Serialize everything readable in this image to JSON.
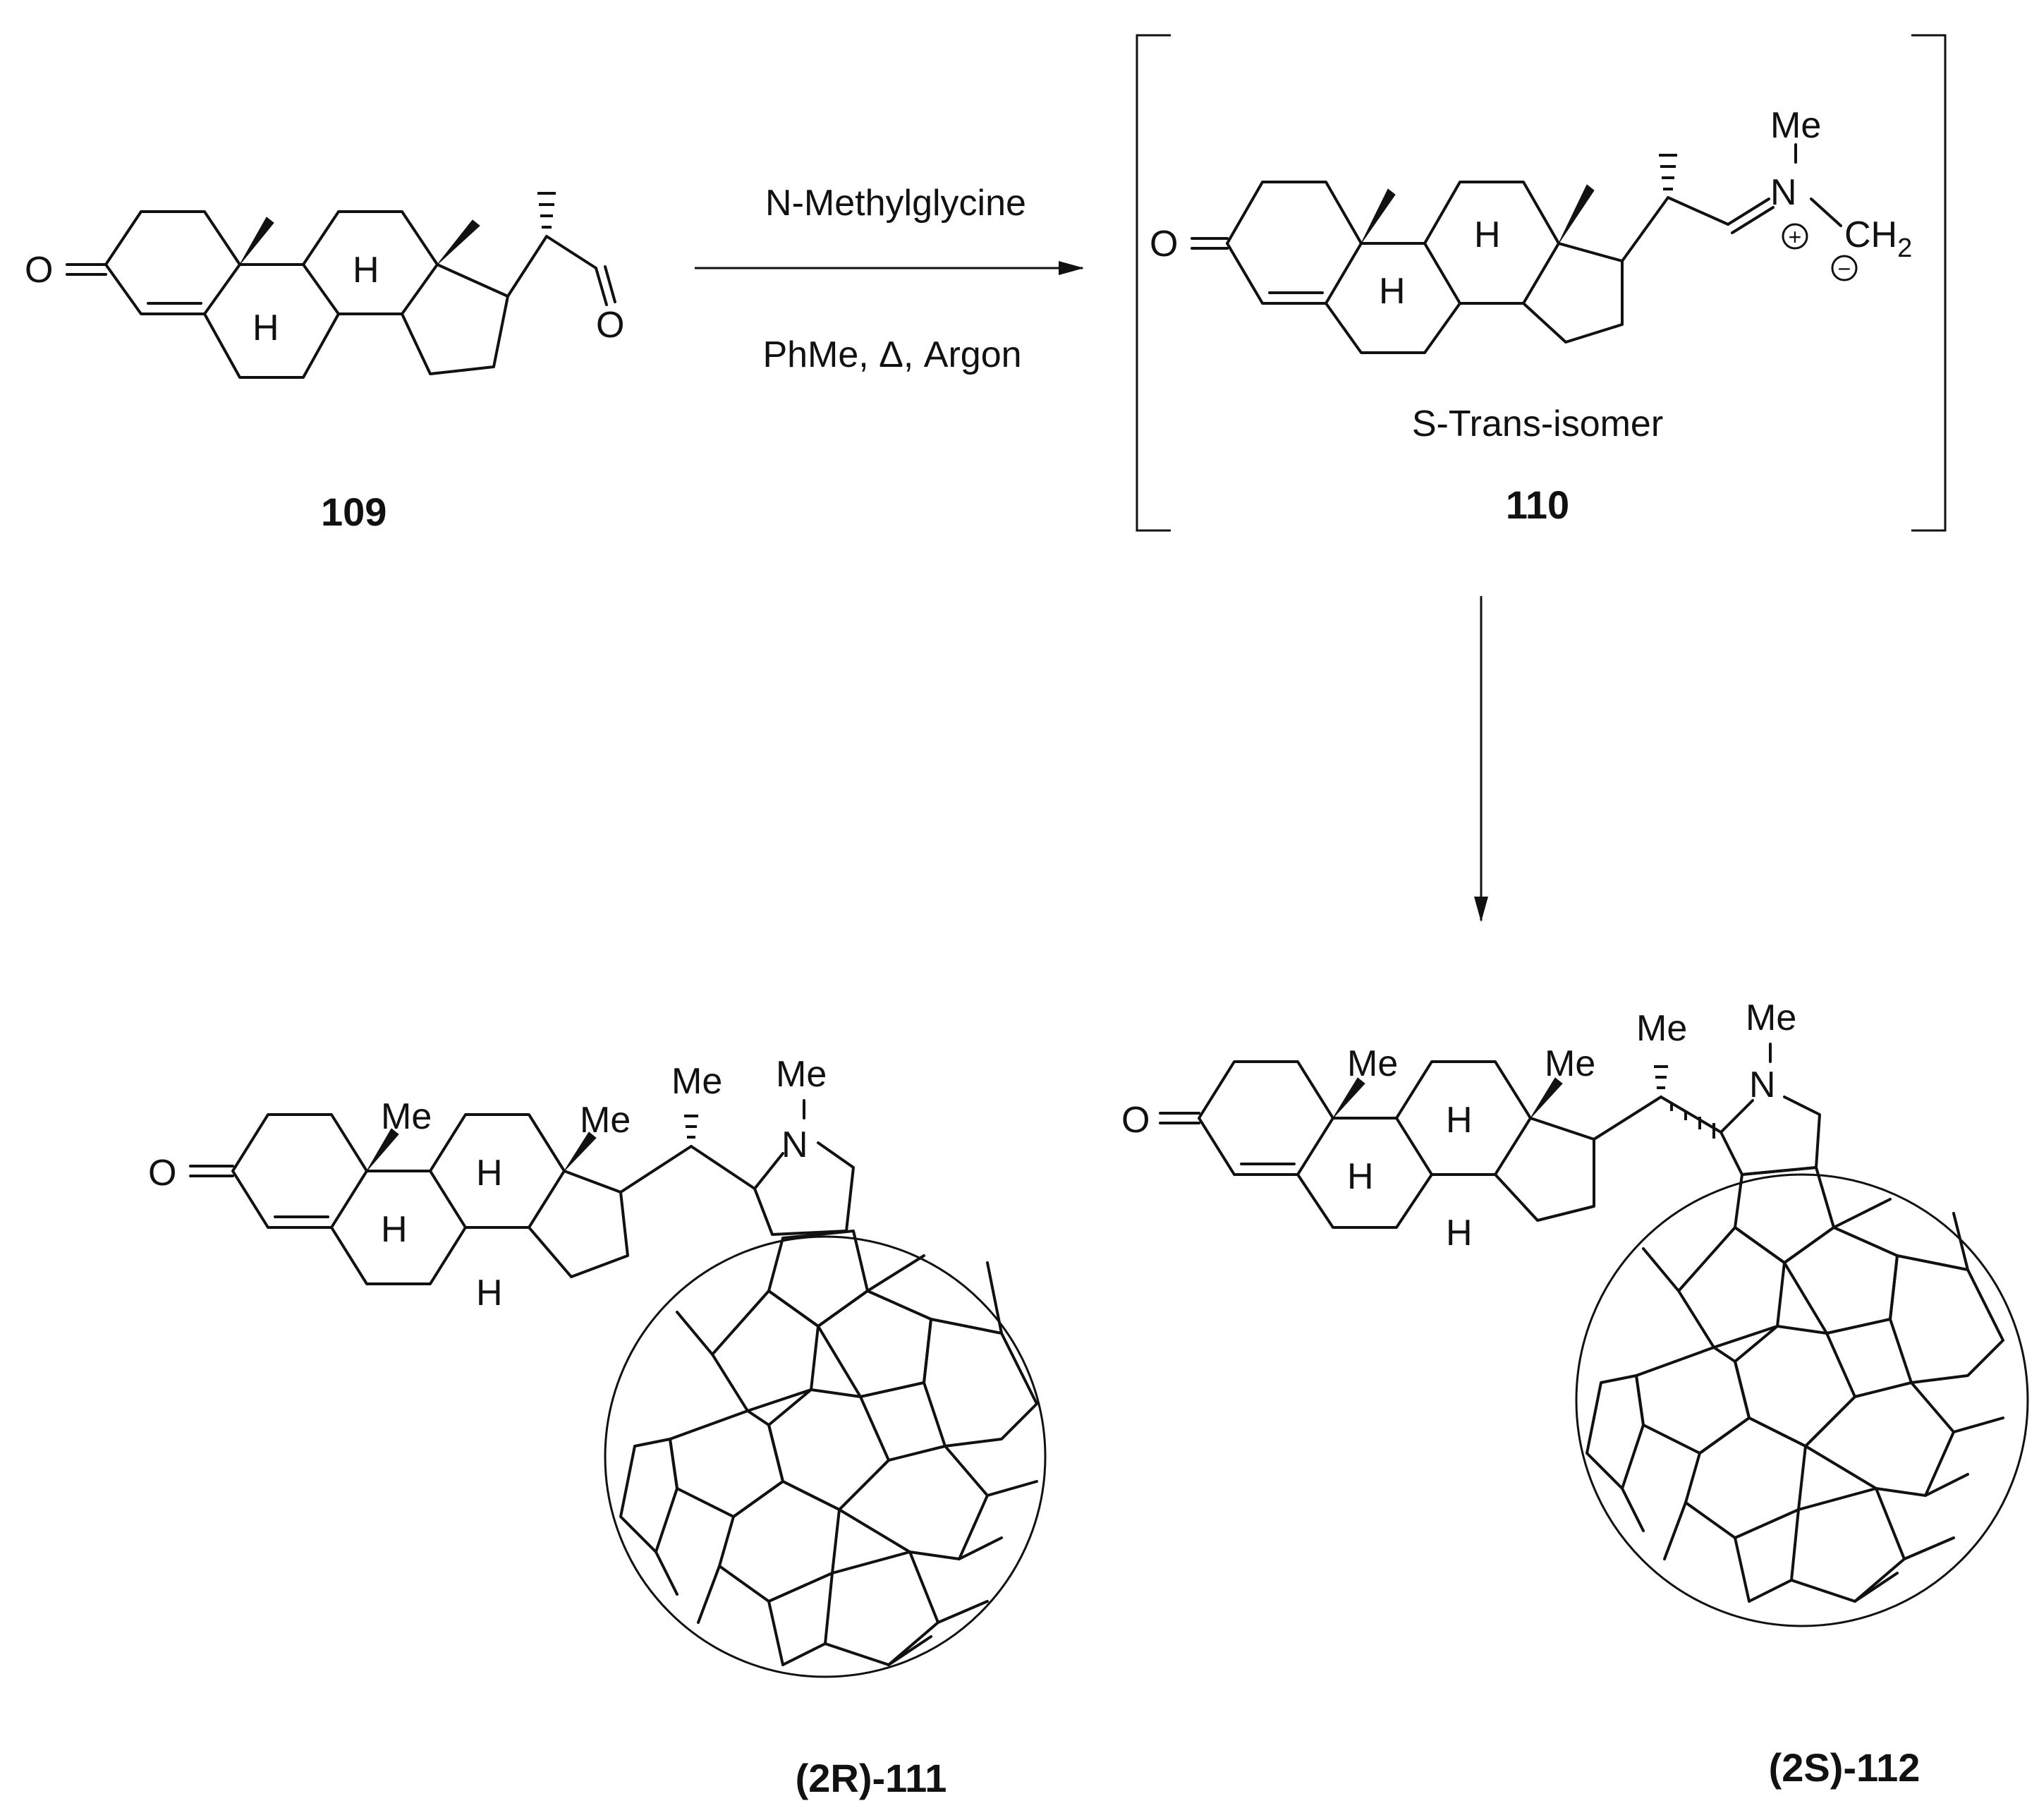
{
  "reaction_step1": {
    "reagent_top": "N-Methylglycine",
    "reagent_bottom": "PhMe, Δ, Argon"
  },
  "compounds": {
    "c109": {
      "label": "109",
      "atoms": {
        "o_ketone": "O",
        "o_aldehyde": "O",
        "h_8": "H",
        "h_9": "H"
      }
    },
    "c110": {
      "label": "110",
      "isomer_note": "S-Trans-isomer",
      "atoms": {
        "o_ketone": "O",
        "n": "N",
        "n_me": "Me",
        "ch2": "CH",
        "ch2_sub": "2",
        "plus": "+",
        "minus": "−",
        "h_8": "H",
        "h_9": "H"
      }
    },
    "c111": {
      "label": "(2R)-111",
      "atoms": {
        "o_ketone": "O",
        "me_10": "Me",
        "me_13": "Me",
        "me_20": "Me",
        "n": "N",
        "n_me": "Me",
        "h_8": "H",
        "h_9": "H",
        "h_14": "H"
      }
    },
    "c112": {
      "label": "(2S)-112",
      "atoms": {
        "o_ketone": "O",
        "me_10": "Me",
        "me_13": "Me",
        "me_20": "Me",
        "n": "N",
        "n_me": "Me",
        "h_8": "H",
        "h_9": "H",
        "h_14": "H"
      }
    }
  }
}
